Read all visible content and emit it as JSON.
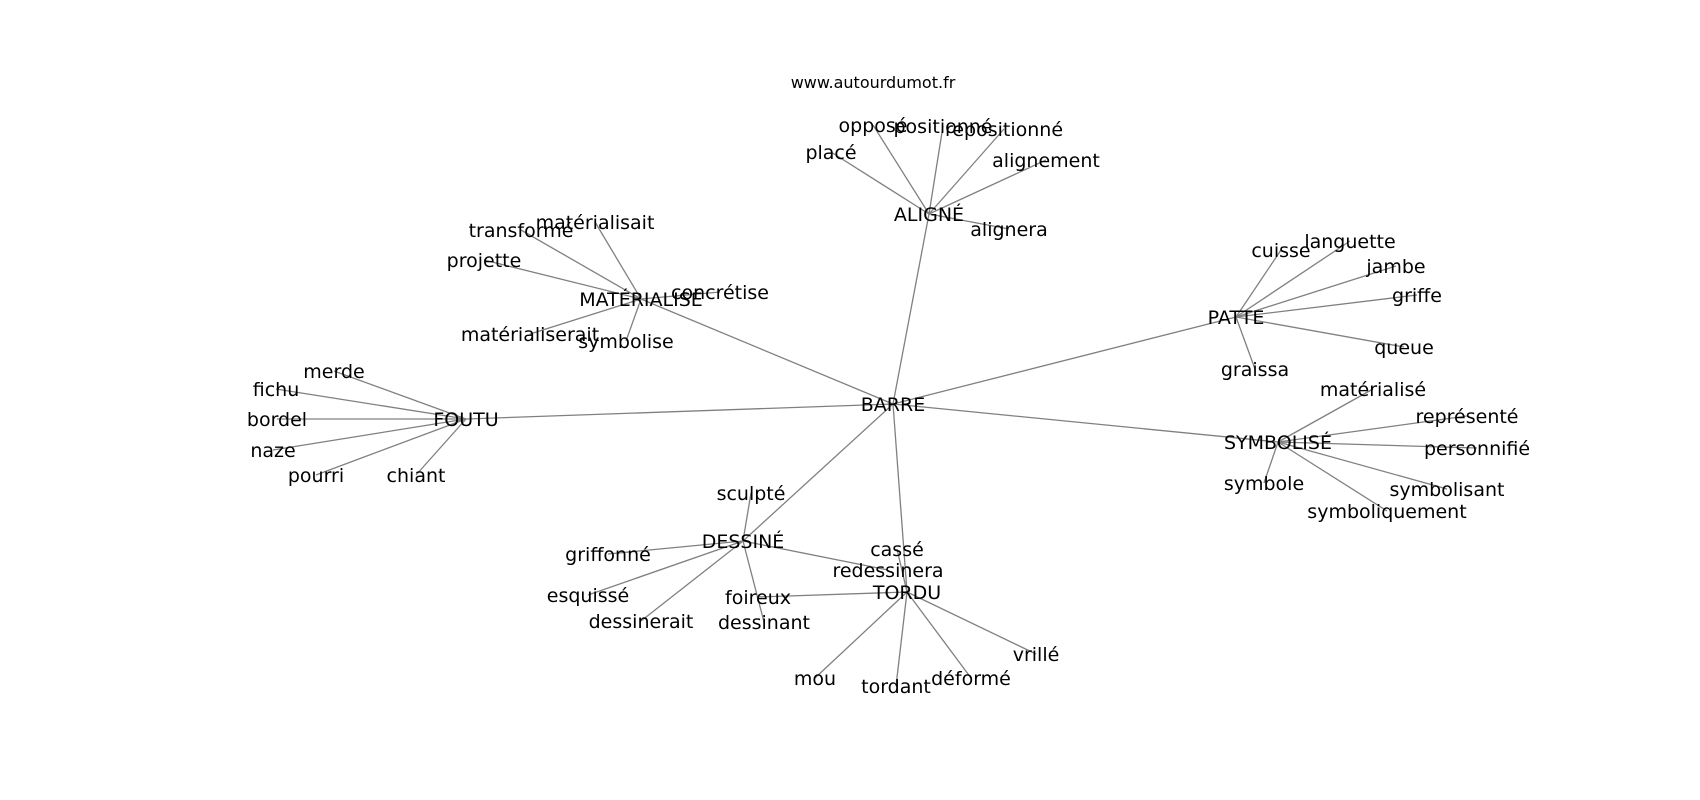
{
  "credit": "www.autourdumot.fr",
  "graph": {
    "center": "BARRE",
    "hubs": [
      {
        "label": "ALIGNÉ",
        "words": [
          "opposé",
          "positionné",
          "repositionné",
          "placé",
          "alignement",
          "alignera"
        ]
      },
      {
        "label": "MATÉRIALISÉ",
        "words": [
          "matérialisait",
          "transformé",
          "projette",
          "concrétise",
          "matérialiserait",
          "symbolise"
        ]
      },
      {
        "label": "PATTE",
        "words": [
          "cuisse",
          "languette",
          "jambe",
          "griffe",
          "queue",
          "graissa"
        ]
      },
      {
        "label": "FOUTU",
        "words": [
          "merde",
          "fichu",
          "bordel",
          "naze",
          "pourri",
          "chiant"
        ]
      },
      {
        "label": "SYMBOLISÉ",
        "words": [
          "matérialisé",
          "représenté",
          "personnifié",
          "symbole",
          "symbolisant",
          "symboliquement"
        ]
      },
      {
        "label": "DESSINÉ",
        "words": [
          "sculpté",
          "griffonné",
          "esquissé",
          "dessinerait",
          "dessinant",
          "redessinera"
        ]
      },
      {
        "label": "TORDU",
        "words": [
          "cassé",
          "foireux",
          "vrillé",
          "mou",
          "tordant",
          "déformé"
        ]
      }
    ]
  }
}
